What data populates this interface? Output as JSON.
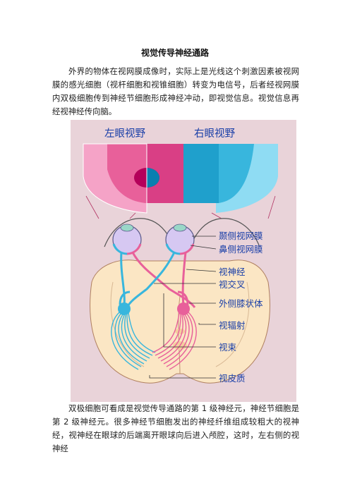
{
  "document": {
    "title": "视觉传导神经通路",
    "paragraph1": "外界的物体在视网膜成像时，实际上是光线这个刺激因素被视网膜的感光细胞（视杆细胞和视锥细胞）转变为电信号，后者经视网膜内双极细胞传到神经节细胞形成神经冲动，即视觉信息。视觉信息再经视神经传向脑。",
    "paragraph2": "双极细胞可看成是视觉传导通路的第 1 级神经元，神经节细胞是第 2 级神经元。很多神经节细胞发出的神经纤维组成较粗大的视神经，视神经在眼球的后端离开眼球向后进入颅腔，这时，左右侧的视神经"
  },
  "figure": {
    "left_field_label": "左眼视野",
    "right_field_label": "右眼视野",
    "labels": {
      "temporal_retina": "颞侧视网膜",
      "nasal_retina": "鼻侧视网膜",
      "optic_nerve": "视神经",
      "optic_chiasm": "视交叉",
      "lgn": "外侧膝状体",
      "optic_radiation": "视辐射",
      "optic_tract": "视束",
      "visual_cortex": "视皮质"
    },
    "colors": {
      "background": "#e9d3d9",
      "pink": "#e8609a",
      "cyan": "#38b6dd",
      "light_pink": "#f5a3c7",
      "light_cyan": "#8fdcf3",
      "label_text": "#1a3fa8",
      "brain_fill": "#fbe6c4"
    }
  }
}
